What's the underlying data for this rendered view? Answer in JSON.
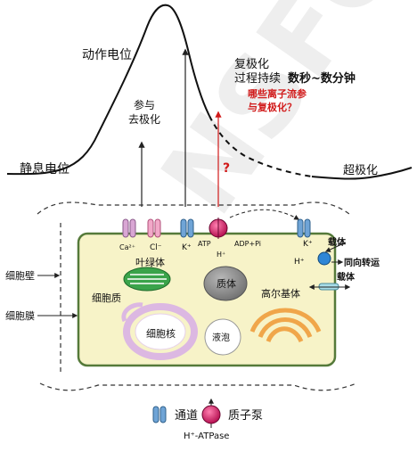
{
  "watermark": "NSFO",
  "action_potential": {
    "label_action": "动作电位",
    "label_resting": "静息电位",
    "label_hyper": "超极化",
    "label_depol_line1": "参与",
    "label_depol_line2": "去极化",
    "label_repol_line1": "复极化",
    "label_repol_line2_a": "过程持续",
    "label_repol_line2_b": "数秒~数分钟",
    "question_line1": "哪些离子流参",
    "question_line2": "与复极化？",
    "question_mark": "?"
  },
  "channels": {
    "ca_label": "Ca²⁺",
    "cl_label": "Cl⁻",
    "k_label": "K⁺",
    "atp_label": "ATP",
    "h_label": "H⁺",
    "adp_label": "ADP+Pi",
    "k2_label": "K⁺",
    "h2_label": "H⁺"
  },
  "cell": {
    "wall_label": "细胞壁",
    "membrane_label": "细胞膜",
    "cytoplasm": "细胞质",
    "chloroplast": "叶绿体",
    "plastid": "质体",
    "nucleus": "细胞核",
    "vacuole": "液泡",
    "golgi": "高尔基体",
    "carrier_top": "载体",
    "carrier_mid": "同向转运",
    "carrier_bottom": "载体"
  },
  "legend": {
    "channel_label": "通道",
    "pump_label": "质子泵",
    "pump_sublabel": "H⁺-ATPase"
  },
  "colors": {
    "cell_fill": "#f7f3c8",
    "cell_border": "#557a3a",
    "chloroplast": "#3aa34a",
    "plastid": "#8f8f8f",
    "nucleus_ring": "#dcb8e2",
    "golgi": "#f0a64a",
    "pump": "#d4145a",
    "channel_blue": "#6fa4d6",
    "channel_pink": "#d9a6d4",
    "carrier": "#2f86d6",
    "question_red": "#d11a1a"
  }
}
